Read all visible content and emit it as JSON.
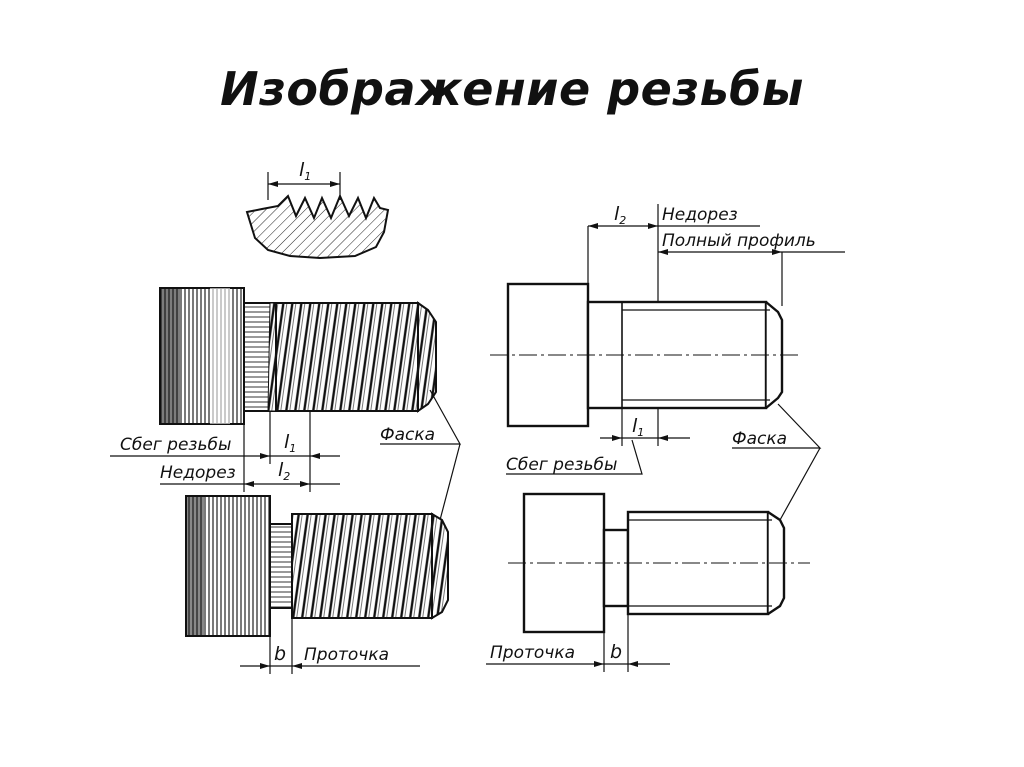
{
  "title": "Изображение резьбы",
  "labels": {
    "sbeg": "Сбег резьбы",
    "nedorez": "Недорез",
    "faska": "Фаска",
    "polny_profil": "Полный профиль",
    "protochka": "Проточка",
    "l1": "l",
    "l2": "l",
    "sub1": "1",
    "sub2": "2",
    "b": "b"
  }
}
